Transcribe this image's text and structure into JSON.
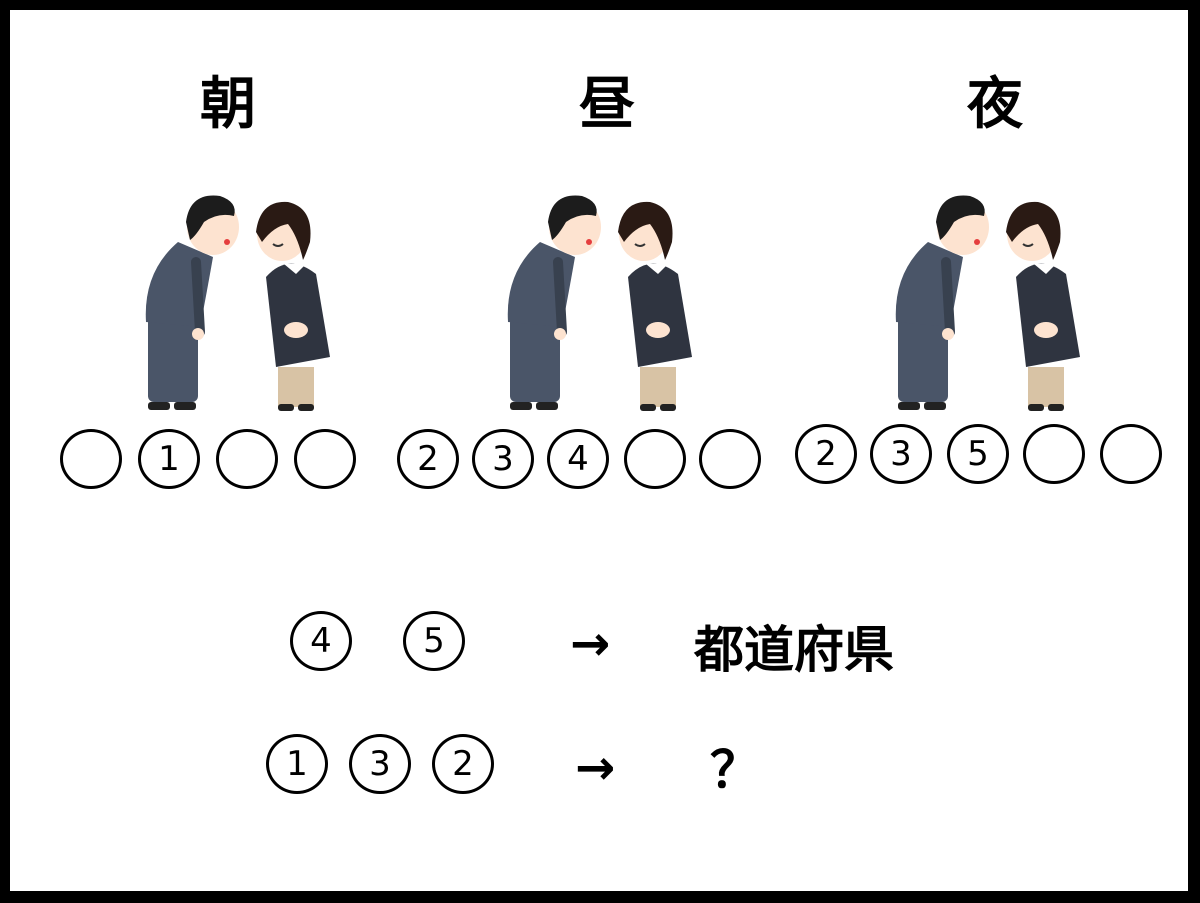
{
  "columns": [
    {
      "label": "朝",
      "slots": [
        "",
        "1",
        "",
        ""
      ]
    },
    {
      "label": "昼",
      "slots": [
        "2",
        "3",
        "4",
        "",
        ""
      ]
    },
    {
      "label": "夜",
      "slots": [
        "2",
        "3",
        "5",
        "",
        ""
      ]
    }
  ],
  "clues": [
    {
      "slots": [
        "4",
        "5"
      ],
      "arrow": "→",
      "answer": "都道府県"
    },
    {
      "slots": [
        "1",
        "3",
        "2"
      ],
      "arrow": "→",
      "answer": "？"
    }
  ],
  "colors": {
    "frame": "#000000",
    "background": "#ffffff",
    "suit_man": "#4a5568",
    "suit_woman": "#2f3440",
    "skin": "#fde3d0",
    "hair": "#1c1c1c"
  },
  "figures": [
    {
      "name": "bowing-couple-illustration"
    },
    {
      "name": "bowing-couple-illustration"
    },
    {
      "name": "bowing-couple-illustration"
    }
  ]
}
